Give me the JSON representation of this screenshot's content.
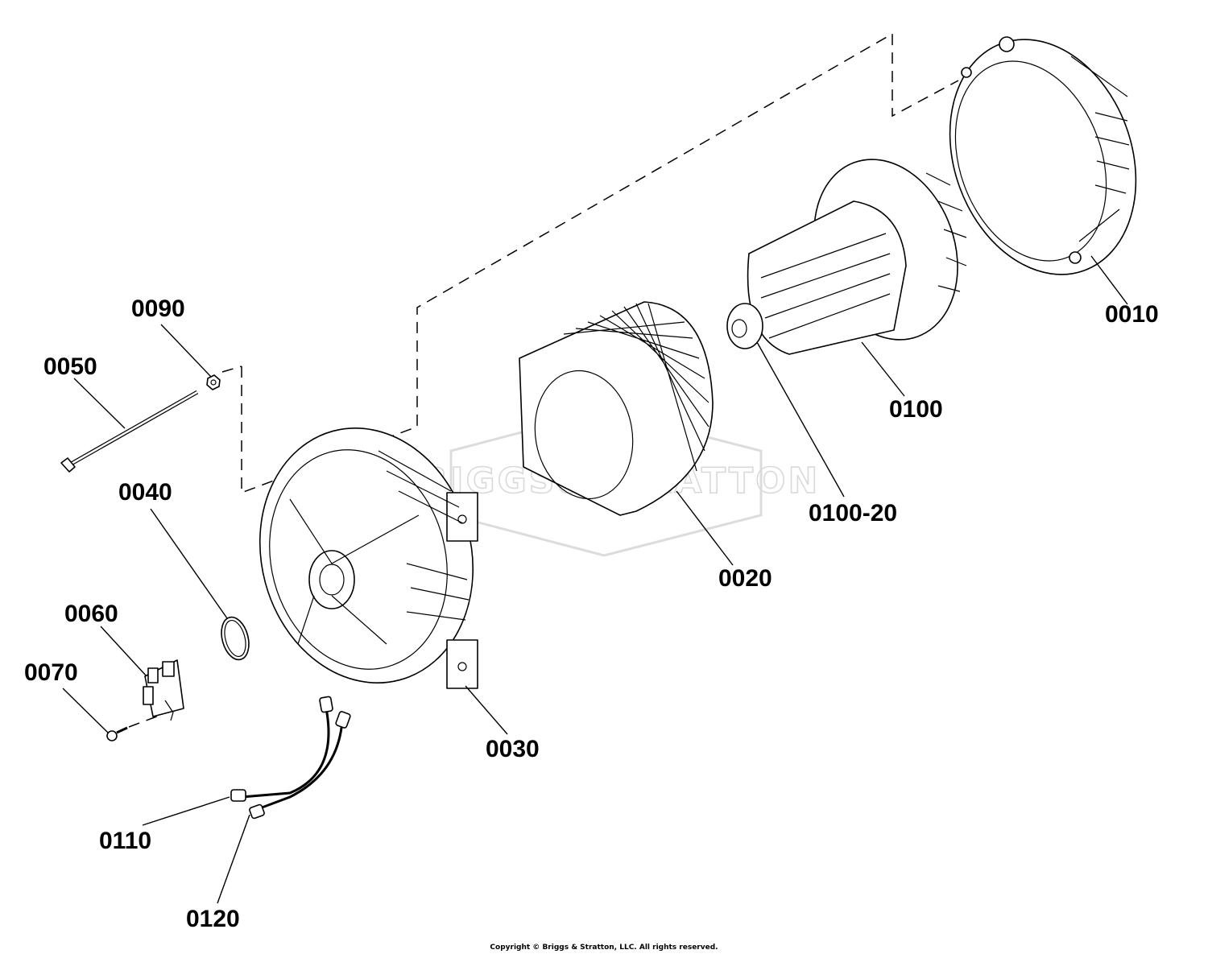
{
  "diagram": {
    "watermark": "BRIGGS&STRATTON",
    "copyright": "Copyright © Briggs & Stratton, LLC. All rights reserved.",
    "callouts": [
      {
        "id": "0010",
        "label": "0010"
      },
      {
        "id": "0020",
        "label": "0020"
      },
      {
        "id": "0030",
        "label": "0030"
      },
      {
        "id": "0040",
        "label": "0040"
      },
      {
        "id": "0050",
        "label": "0050"
      },
      {
        "id": "0060",
        "label": "0060"
      },
      {
        "id": "0070",
        "label": "0070"
      },
      {
        "id": "0090",
        "label": "0090"
      },
      {
        "id": "0100",
        "label": "0100"
      },
      {
        "id": "0100-20",
        "label": "0100-20"
      },
      {
        "id": "0110",
        "label": "0110"
      },
      {
        "id": "0120",
        "label": "0120"
      }
    ]
  }
}
